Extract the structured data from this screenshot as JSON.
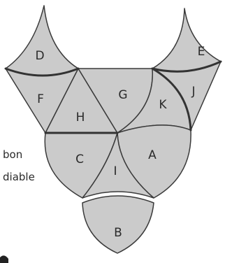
{
  "caption": {
    "line1": "bon",
    "line2": "diable"
  },
  "pieces": {
    "A": "A",
    "B": "B",
    "C": "C",
    "D": "D",
    "E": "E",
    "F": "F",
    "G": "G",
    "H": "H",
    "I": "I",
    "J": "J",
    "K": "K"
  },
  "colors": {
    "piece_fill": "#cbcbcb",
    "line": "#333333"
  }
}
